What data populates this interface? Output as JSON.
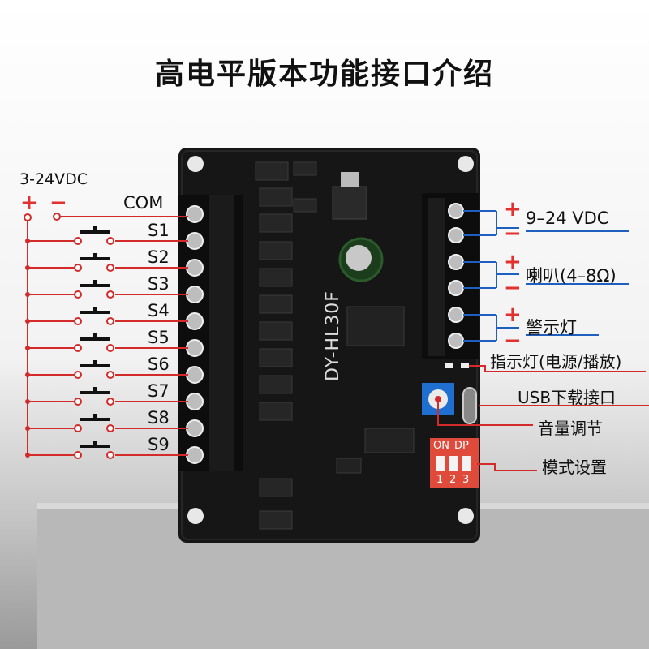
{
  "title": "高电平版本功能接口介绍",
  "input_power": {
    "voltage": "3-24VDC",
    "plus": "+",
    "minus": "−"
  },
  "com_label": "COM",
  "switch_labels": [
    "S1",
    "S2",
    "S3",
    "S4",
    "S5",
    "S6",
    "S7",
    "S8",
    "S9"
  ],
  "right_labels": {
    "power": "9–24 VDC",
    "speaker": "喇叭(4–8Ω)",
    "alarm": "警示灯",
    "indicator": "指示灯(电源/播放)",
    "usb": "USB下载接口",
    "volume": "音量调节",
    "mode": "模式设置"
  },
  "polarity": {
    "plus": "+",
    "minus": "−"
  },
  "board": {
    "model": "DY-HL30F",
    "dip_on": "ON",
    "dip_dp": "DP",
    "dip_nums": [
      "1",
      "2",
      "3"
    ]
  },
  "colors": {
    "wire_red": "#d42a2a",
    "wire_blue": "#1f5fbf",
    "pcb": "#151515"
  }
}
